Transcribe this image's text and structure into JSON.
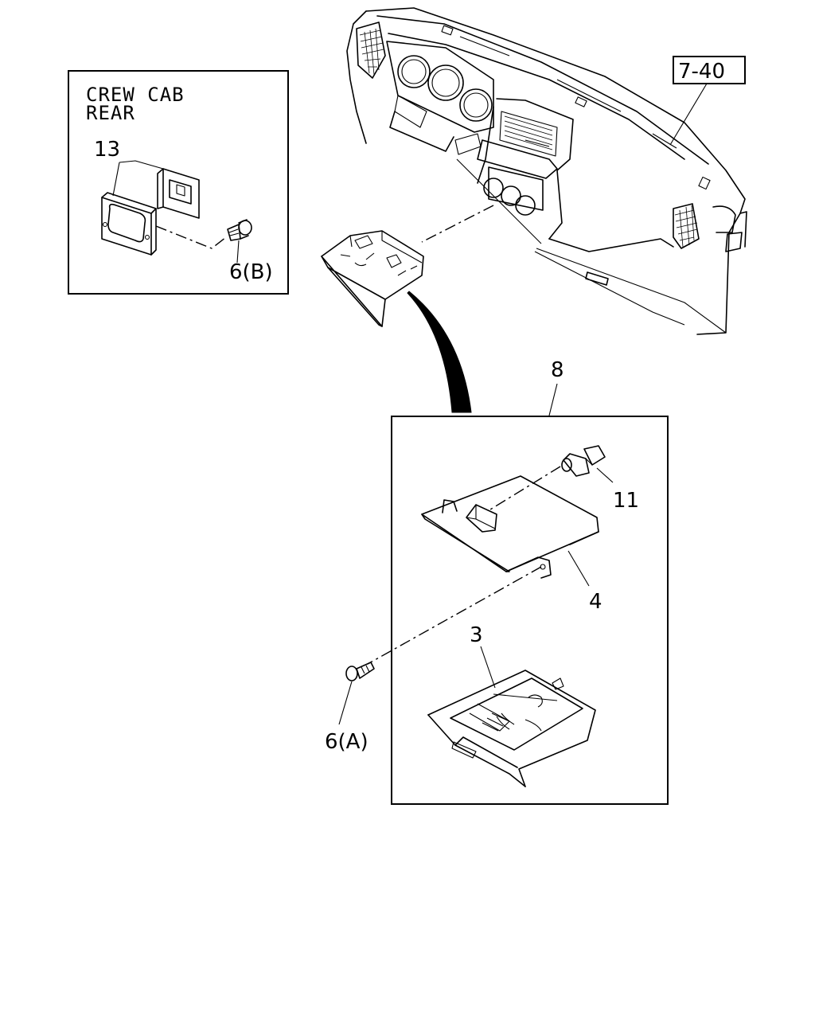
{
  "inset": {
    "title_line1": "CREW CAB",
    "title_line2": "REAR",
    "label_part13": "13",
    "label_part6b": "6(B)"
  },
  "main": {
    "ref_label": "7-40",
    "label_part8": "8",
    "label_part11": "11",
    "label_part4": "4",
    "label_part3": "3",
    "label_part6a": "6(A)"
  }
}
